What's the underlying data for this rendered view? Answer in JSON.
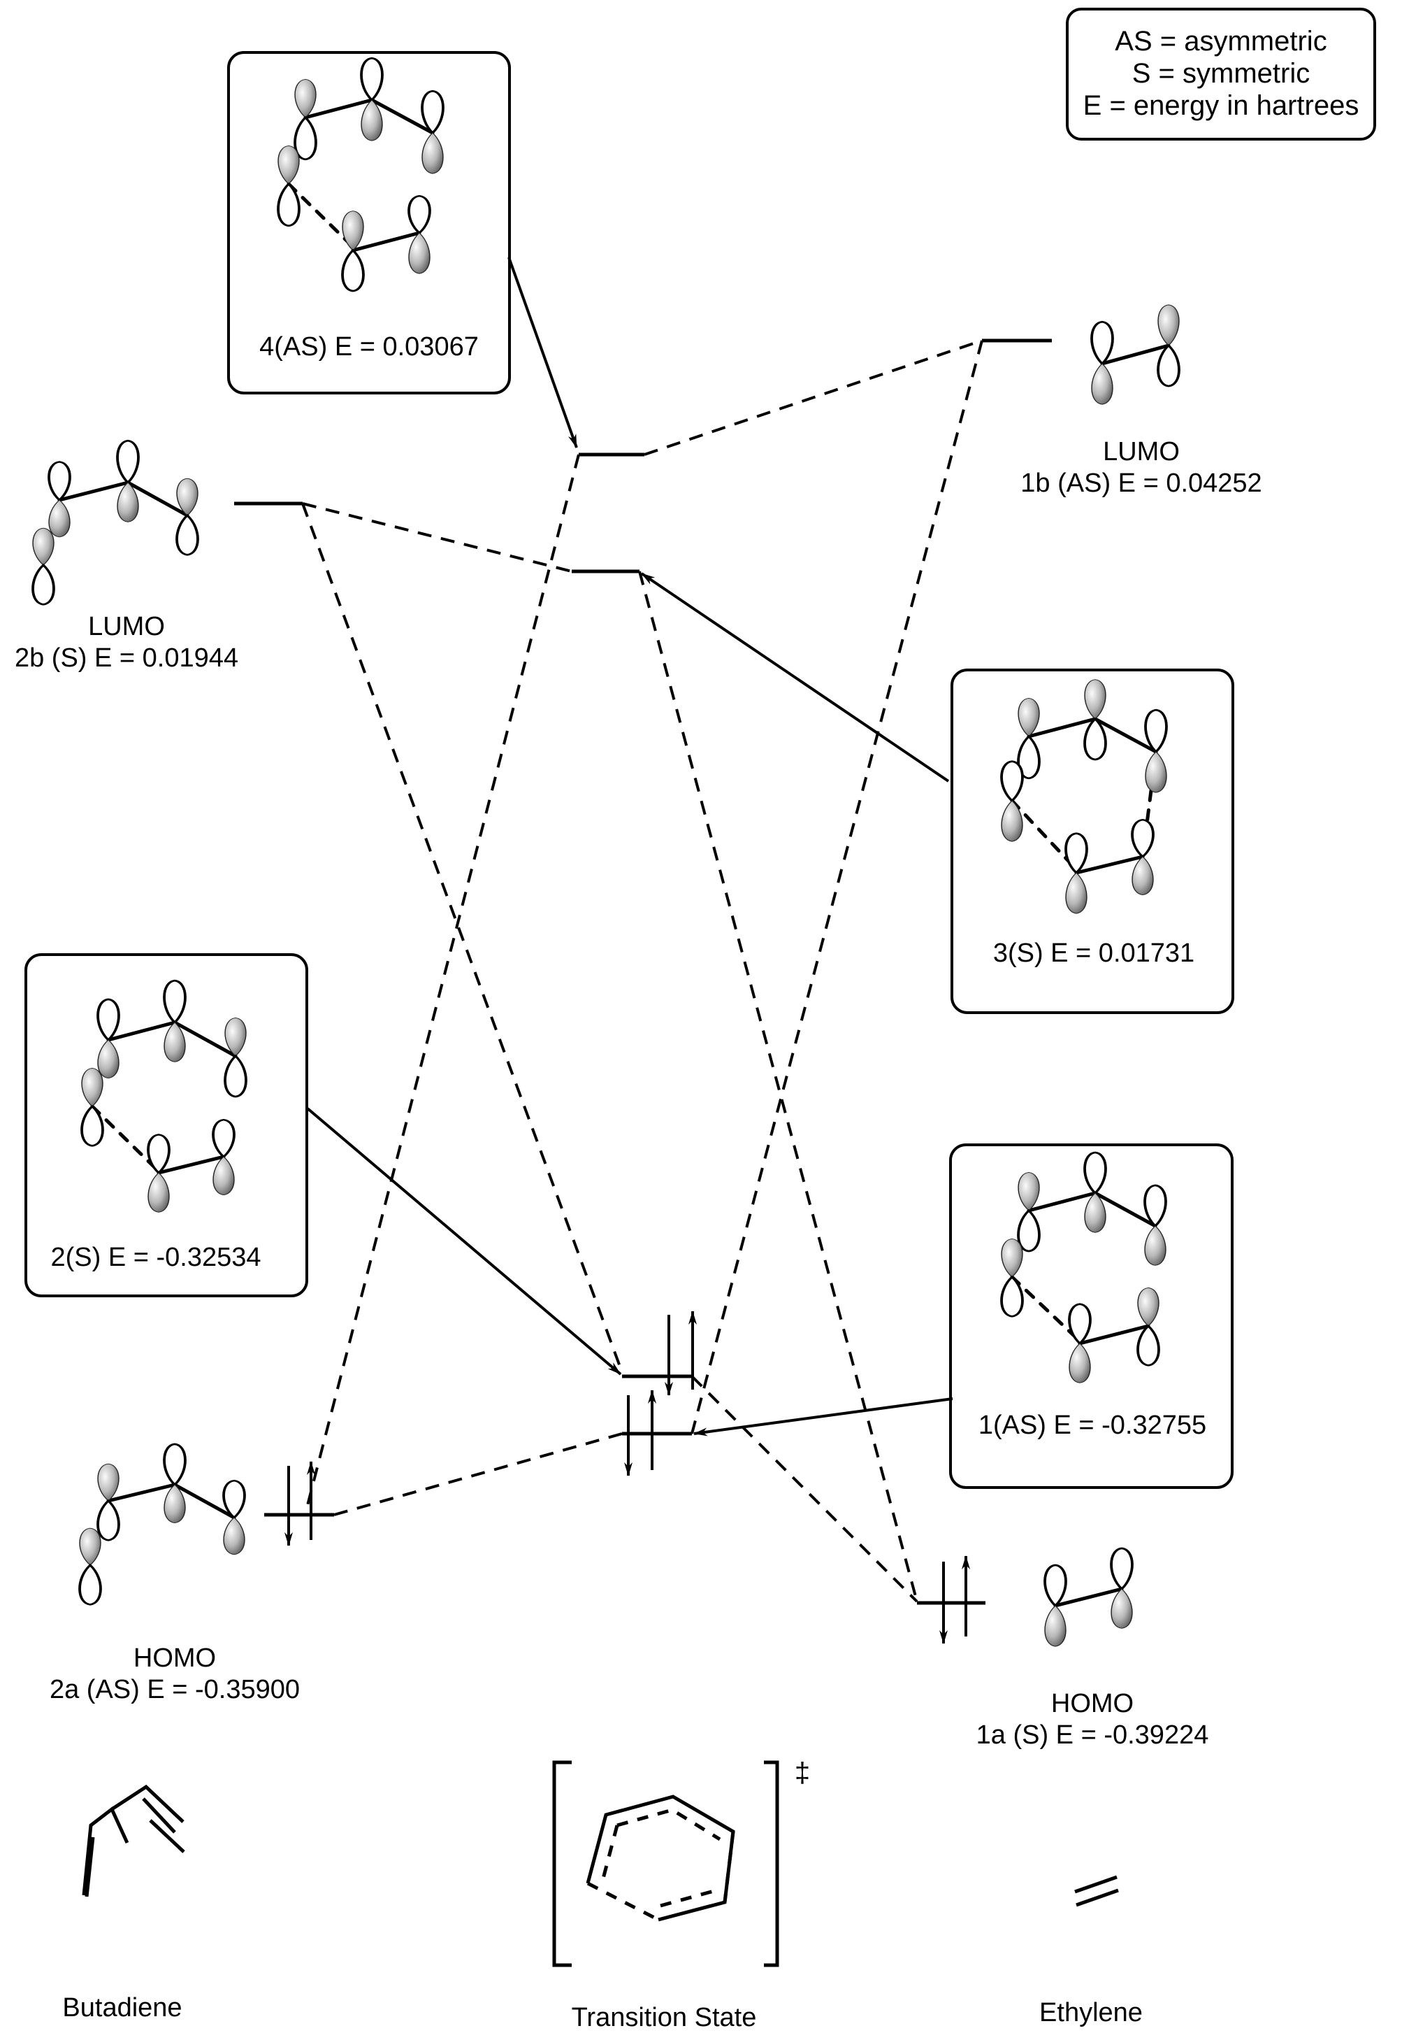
{
  "legend": {
    "lines": [
      "AS = asymmetric",
      "S = symmetric",
      "E = energy in hartrees"
    ]
  },
  "orbitals": {
    "butadiene_lumo": {
      "title": "LUMO",
      "label": "2b (S) E = 0.01944",
      "id": "2b",
      "symmetry": "S",
      "energy": 0.01944
    },
    "butadiene_homo": {
      "title": "HOMO",
      "label": "2a (AS) E = -0.35900",
      "id": "2a",
      "symmetry": "AS",
      "energy": -0.359
    },
    "ethylene_lumo": {
      "title": "LUMO",
      "label": "1b (AS) E = 0.04252",
      "id": "1b",
      "symmetry": "AS",
      "energy": 0.04252
    },
    "ethylene_homo": {
      "title": "HOMO",
      "label": "1a (S) E = -0.39224",
      "id": "1a",
      "symmetry": "S",
      "energy": -0.39224
    }
  },
  "ts_orbitals": [
    {
      "id": "4",
      "symmetry": "AS",
      "label": "4(AS) E = 0.03067",
      "energy": 0.03067
    },
    {
      "id": "3",
      "symmetry": "S",
      "label": "3(S) E = 0.01731",
      "energy": 0.01731
    },
    {
      "id": "2",
      "symmetry": "S",
      "label": "2(S) E = -0.32534",
      "energy": -0.32534
    },
    {
      "id": "1",
      "symmetry": "AS",
      "label": "1(AS) E = -0.32755",
      "energy": -0.32755
    }
  ],
  "molecules": {
    "butadiene": "Butadiene",
    "transition_state": "Transition State",
    "ethylene": "Ethylene",
    "ts_symbol": "‡"
  },
  "colors": {
    "line": "#000000",
    "lobe_fill_light": "#f4f4f4",
    "lobe_fill_dark": "#6e6e6e",
    "background": "#ffffff"
  }
}
